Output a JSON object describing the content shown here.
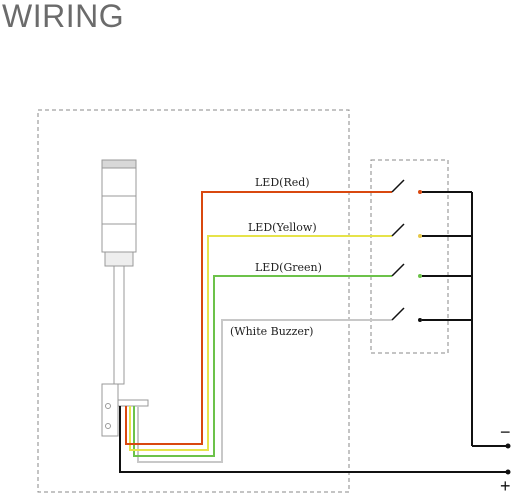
{
  "header": {
    "title": "WIRING"
  },
  "wires": [
    {
      "label": "LED(Red)",
      "color": "#d9480f"
    },
    {
      "label": "LED(Yellow)",
      "color": "#e6e34a"
    },
    {
      "label": "LED(Green)",
      "color": "#6cc24a"
    },
    {
      "label": "(White Buzzer)",
      "color": "#bdbdbd"
    }
  ],
  "terminals": {
    "negative": "−",
    "positive": "+"
  },
  "colors": {
    "dashed": "#8a8a8a",
    "tower": "#999999",
    "common": "#111111"
  }
}
